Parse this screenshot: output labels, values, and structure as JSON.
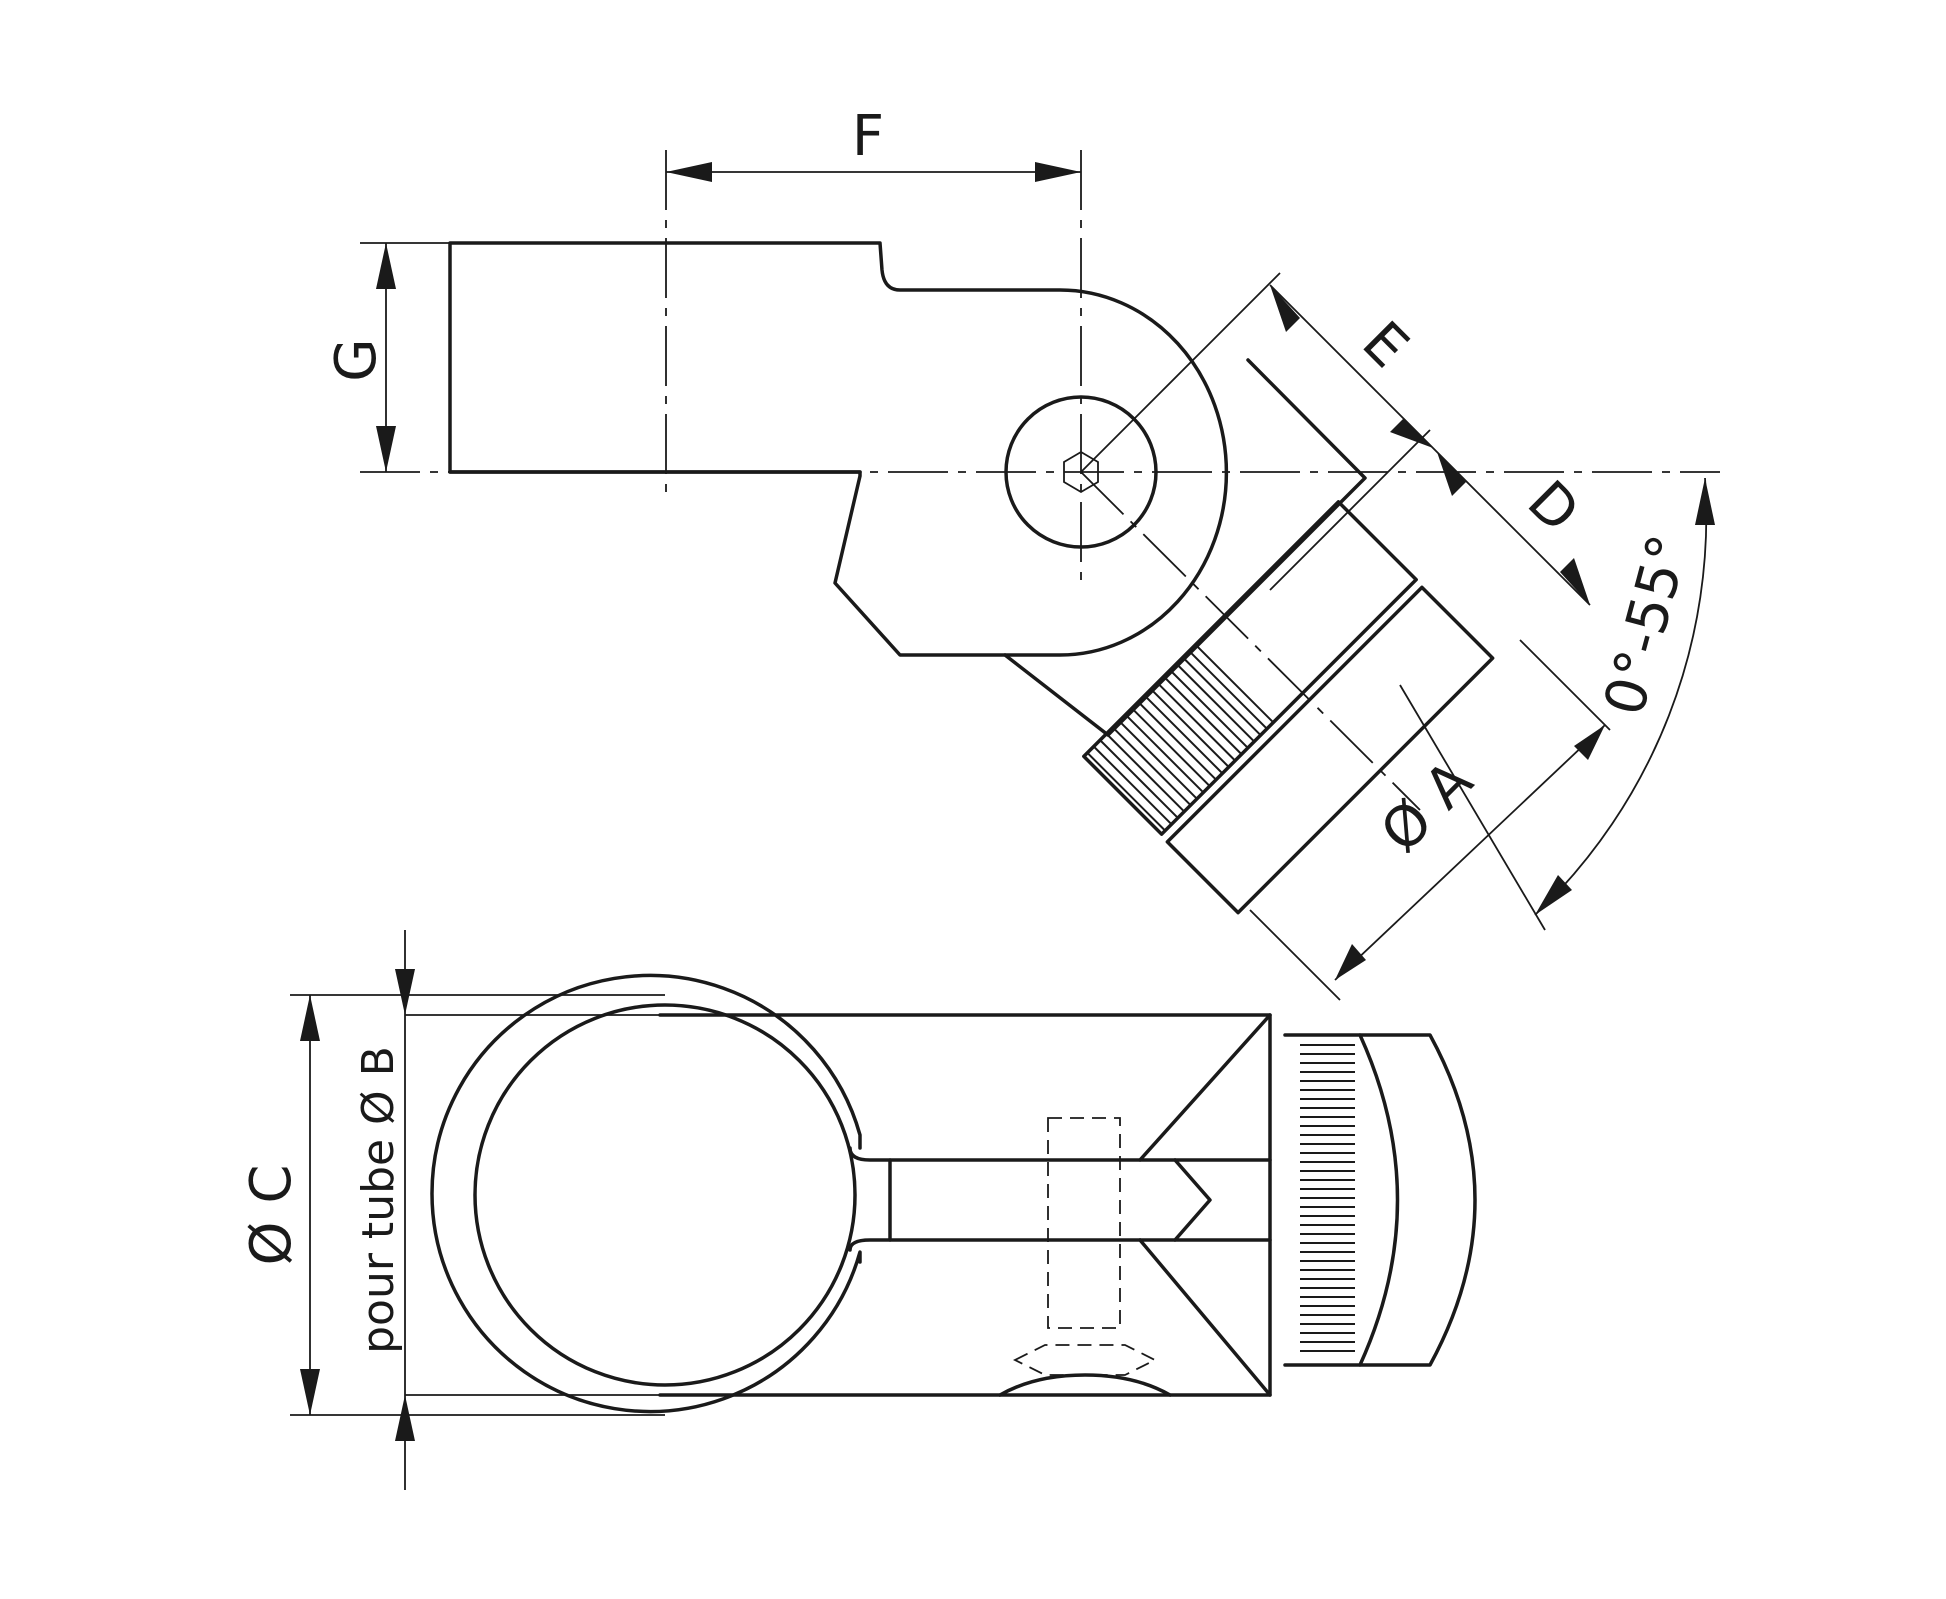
{
  "dimensions": {
    "F": "F",
    "G": "G",
    "E": "E",
    "D": "D",
    "A": "Ø A",
    "angle": "0°-55°",
    "C": "Ø C",
    "B": "pour tube Ø B"
  }
}
